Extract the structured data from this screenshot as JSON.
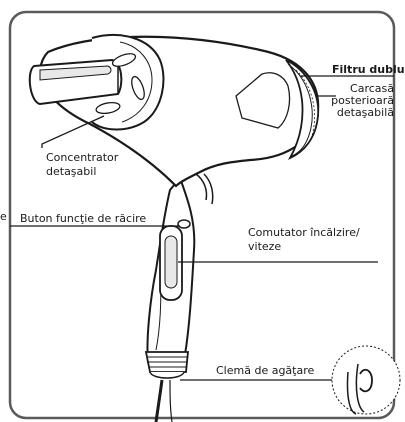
{
  "diagram": {
    "labels": {
      "filtru_dublu": "Filtru dublu",
      "carcasa_line1": "Carcasă",
      "carcasa_line2": "posterioară",
      "carcasa_line3": "detaşabilă",
      "concentrator_line1": "Concentrator",
      "concentrator_line2": "detaşabil",
      "buton_racire": "Buton funcţie de răcire",
      "comutator_line1": "Comutator încălzire/",
      "comutator_line2": "viteze",
      "clema": "Clemă de agăţare",
      "edge_fragment": "e"
    },
    "colors": {
      "line": "#1a1a1a",
      "frame": "#5a5a5a",
      "fill": "#ffffff",
      "shade": "#e8e8e8"
    }
  }
}
